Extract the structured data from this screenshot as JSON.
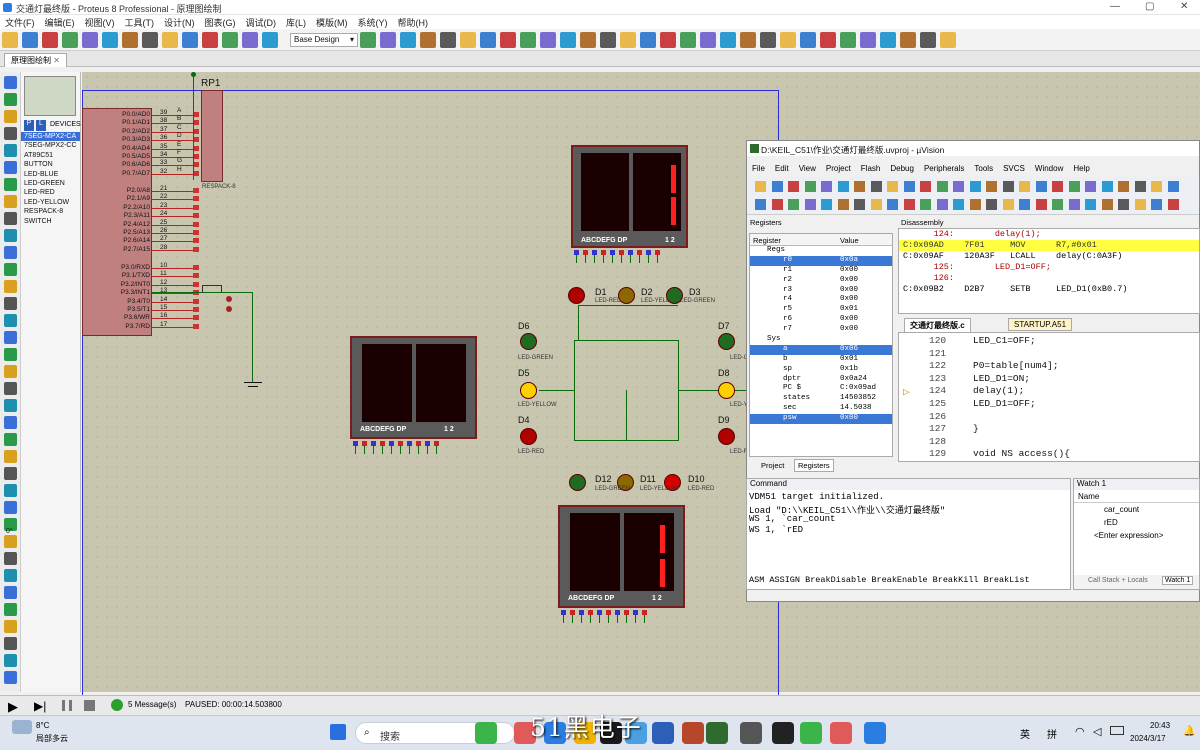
{
  "window": {
    "title": "交通灯最终版 - Proteus 8 Professional - 原理图绘制",
    "min": "—",
    "max": "▢",
    "close": "✕"
  },
  "menu": [
    "文件(F)",
    "编辑(E)",
    "视图(V)",
    "工具(T)",
    "设计(N)",
    "图表(G)",
    "调试(D)",
    "库(L)",
    "模版(M)",
    "系统(Y)",
    "帮助(H)"
  ],
  "toolbar": {
    "design_select": "Base Design"
  },
  "tab": {
    "label": "原理图绘制"
  },
  "devices": {
    "header": "DEVICES",
    "p": "P",
    "l": "L",
    "items": [
      "7SEG-MPX2-CA",
      "7SEG-MPX2-CC",
      "AT89C51",
      "BUTTON",
      "LED-BLUE",
      "LED-GREEN",
      "LED-RED",
      "LED-YELLOW",
      "RESPACK-8",
      "SWITCH"
    ],
    "selected_index": 0,
    "rotation": "0°"
  },
  "schematic": {
    "rp1": {
      "ref": "RP1",
      "type": "RESPACK-8"
    },
    "mcu_pins_p0": [
      "P0.0/AD0",
      "P0.1/AD1",
      "P0.2/AD2",
      "P0.3/AD3",
      "P0.4/AD4",
      "P0.5/AD5",
      "P0.6/AD6",
      "P0.7/AD7"
    ],
    "mcu_pin_numbers_p0": [
      "39",
      "38",
      "37",
      "36",
      "35",
      "34",
      "33",
      "32"
    ],
    "mcu_pins_p2": [
      "P2.0/A8",
      "P2.1/A9",
      "P2.2/A10",
      "P2.3/A11",
      "P2.4/A12",
      "P2.5/A13",
      "P2.6/A14",
      "P2.7/A15"
    ],
    "mcu_pin_numbers_p2": [
      "21",
      "22",
      "23",
      "24",
      "25",
      "26",
      "27",
      "28"
    ],
    "mcu_pins_p3": [
      "P3.0/RXD",
      "P3.1/TXD",
      "P3.2/INT0",
      "P3.3/INT1",
      "P3.4/T0",
      "P3.5/T1",
      "P3.6/WR",
      "P3.7/RD"
    ],
    "mcu_pin_numbers_p3": [
      "10",
      "11",
      "12",
      "13",
      "14",
      "15",
      "16",
      "17"
    ],
    "bus_letters": [
      "A",
      "B",
      "C",
      "D",
      "E",
      "F",
      "G",
      "H"
    ],
    "seg_label": "ABCDEFG DP",
    "seg_digits": "1 2",
    "leds": [
      {
        "ref": "D1",
        "type": "LED-RED"
      },
      {
        "ref": "D2",
        "type": "LED-YELLOW"
      },
      {
        "ref": "D3",
        "type": "LED-GREEN"
      },
      {
        "ref": "D4",
        "type": "LED-RED"
      },
      {
        "ref": "D5",
        "type": "LED-YELLOW"
      },
      {
        "ref": "D6",
        "type": "LED-GREEN"
      },
      {
        "ref": "D7",
        "type": "LED-GREEN"
      },
      {
        "ref": "D8",
        "type": "LED-YEL"
      },
      {
        "ref": "D9",
        "type": "LED-RED"
      },
      {
        "ref": "D10",
        "type": "LED-RED"
      },
      {
        "ref": "D11",
        "type": "LED-YELLOW"
      },
      {
        "ref": "D12",
        "type": "LED-GREEN"
      }
    ]
  },
  "uvision": {
    "title": "D:\\KEIL_C51\\作业\\交通灯最终版.uvproj - µVision",
    "menu": [
      "File",
      "Edit",
      "View",
      "Project",
      "Flash",
      "Debug",
      "Peripherals",
      "Tools",
      "SVCS",
      "Window",
      "Help"
    ],
    "registers": {
      "title": "Registers",
      "col_register": "Register",
      "col_value": "Value",
      "regs_group": "Regs",
      "sys_group": "Sys",
      "regs": [
        {
          "n": "r0",
          "v": "0x0a"
        },
        {
          "n": "r1",
          "v": "0x00"
        },
        {
          "n": "r2",
          "v": "0x00"
        },
        {
          "n": "r3",
          "v": "0x00"
        },
        {
          "n": "r4",
          "v": "0x00"
        },
        {
          "n": "r5",
          "v": "0x01"
        },
        {
          "n": "r6",
          "v": "0x00"
        },
        {
          "n": "r7",
          "v": "0x00"
        }
      ],
      "sys": [
        {
          "n": "a",
          "v": "0x06"
        },
        {
          "n": "b",
          "v": "0x01"
        },
        {
          "n": "sp",
          "v": "0x1b"
        },
        {
          "n": "dptr",
          "v": "0x0a24"
        },
        {
          "n": "PC  $",
          "v": "C:0x09ad"
        },
        {
          "n": "states",
          "v": "14503852"
        },
        {
          "n": "sec",
          "v": "14.5038"
        },
        {
          "n": "psw",
          "v": "0x00"
        }
      ],
      "tab_project": "Project",
      "tab_registers": "Registers"
    },
    "disassembly": {
      "title": "Disassembly",
      "lines": [
        "      124:        delay(1);",
        "C:0x09AD    7F01     MOV      R7,#0x01",
        "C:0x09AF    120A3F   LCALL    delay(C:0A3F)",
        "      125:        LED_D1=OFF;",
        "      126:",
        "C:0x09B2    D2B7     SETB     LED_D1(0xB0.7)"
      ]
    },
    "editor": {
      "tab1": "交通灯最终版.c",
      "tab2": "STARTUP.A51",
      "lines": [
        {
          "n": "120",
          "t": "LED_C1=OFF;"
        },
        {
          "n": "121",
          "t": ""
        },
        {
          "n": "122",
          "t": "P0=table[num4];"
        },
        {
          "n": "123",
          "t": "LED_D1=ON;"
        },
        {
          "n": "124",
          "t": "delay(1);"
        },
        {
          "n": "125",
          "t": "LED_D1=OFF;"
        },
        {
          "n": "126",
          "t": ""
        },
        {
          "n": "127",
          "t": "}"
        },
        {
          "n": "128",
          "t": ""
        },
        {
          "n": "129",
          "t": "void NS access(){"
        }
      ]
    },
    "command": {
      "title": "Command",
      "lines": [
        "VDM51 target initialized.",
        "Load \"D:\\\\KEIL_C51\\\\作业\\\\交通灯最终版\"",
        "WS 1, `car_count",
        "WS 1, `rED"
      ],
      "bottom": "ASM ASSIGN BreakDisable BreakEnable BreakKill BreakList"
    },
    "watch": {
      "title": "Watch 1",
      "col_name": "Name",
      "items": [
        "car_count",
        "rED"
      ],
      "enter": "<Enter expression>",
      "tab1": "Call Stack + Locals",
      "tab2": "Watch 1"
    }
  },
  "status": {
    "messages": "5 Message(s)",
    "paused": "PAUSED: 00:00:14.503800"
  },
  "taskbar": {
    "weather_temp": "8°C",
    "weather_desc": "局部多云",
    "search": "搜索",
    "watermark": "51黑电子",
    "ime1": "英",
    "ime2": "拼",
    "time": "20:43",
    "date": "2024/3/17"
  }
}
